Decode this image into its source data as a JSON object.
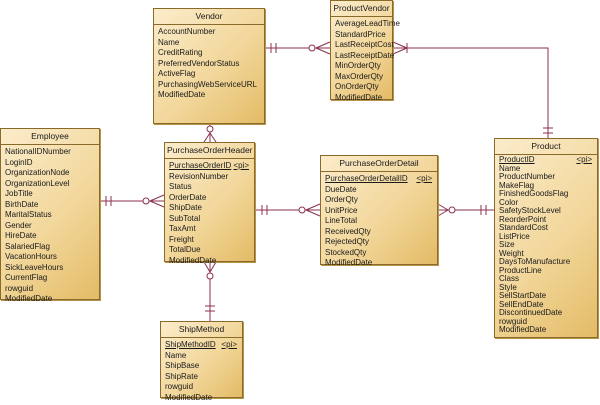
{
  "entities": [
    {
      "id": "vendor",
      "name": "Vendor",
      "fields": [
        {
          "name": "AccountNumber"
        },
        {
          "name": "Name"
        },
        {
          "name": "CreditRating"
        },
        {
          "name": "PreferredVendorStatus"
        },
        {
          "name": "ActiveFlag"
        },
        {
          "name": "PurchasingWebServiceURL"
        },
        {
          "name": "ModifiedDate"
        }
      ]
    },
    {
      "id": "productvendor",
      "name": "ProductVendor",
      "fields": [
        {
          "name": "AverageLeadTime"
        },
        {
          "name": "StandardPrice"
        },
        {
          "name": "LastReceiptCost"
        },
        {
          "name": "LastReceiptDate"
        },
        {
          "name": "MinOrderQty"
        },
        {
          "name": "MaxOrderQty"
        },
        {
          "name": "OnOrderQty"
        },
        {
          "name": "ModifiedDate"
        }
      ]
    },
    {
      "id": "employee",
      "name": "Employee",
      "fields": [
        {
          "name": "NationalIDNumber"
        },
        {
          "name": "LoginID"
        },
        {
          "name": "OrganizationNode"
        },
        {
          "name": "OrganizationLevel"
        },
        {
          "name": "JobTitle"
        },
        {
          "name": "BirthDate"
        },
        {
          "name": "MaritalStatus"
        },
        {
          "name": "Gender"
        },
        {
          "name": "HireDate"
        },
        {
          "name": "SalariedFlag"
        },
        {
          "name": "VacationHours"
        },
        {
          "name": "SickLeaveHours"
        },
        {
          "name": "CurrentFlag"
        },
        {
          "name": "rowguid"
        },
        {
          "name": "ModifiedDate"
        }
      ]
    },
    {
      "id": "poheader",
      "name": "PurchaseOrderHeader",
      "fields": [
        {
          "name": "PurchaseOrderID",
          "pk": true,
          "tag": "<pi>"
        },
        {
          "name": "RevisionNumber"
        },
        {
          "name": "Status"
        },
        {
          "name": "OrderDate"
        },
        {
          "name": "ShipDate"
        },
        {
          "name": "SubTotal"
        },
        {
          "name": "TaxAmt"
        },
        {
          "name": "Freight"
        },
        {
          "name": "TotalDue"
        },
        {
          "name": "ModifiedDate"
        }
      ]
    },
    {
      "id": "podetail",
      "name": "PurchaseOrderDetail",
      "fields": [
        {
          "name": "PurchaseOrderDetailID",
          "pk": true,
          "tag": "<pi>"
        },
        {
          "name": "DueDate"
        },
        {
          "name": "OrderQty"
        },
        {
          "name": "UnitPrice"
        },
        {
          "name": "LineTotal"
        },
        {
          "name": "ReceivedQty"
        },
        {
          "name": "RejectedQty"
        },
        {
          "name": "StockedQty"
        },
        {
          "name": "ModifiedDate"
        }
      ]
    },
    {
      "id": "product",
      "name": "Product",
      "fields": [
        {
          "name": "ProductID",
          "pk": true,
          "tag": "<pi>"
        },
        {
          "name": "Name"
        },
        {
          "name": "ProductNumber"
        },
        {
          "name": "MakeFlag"
        },
        {
          "name": "FinishedGoodsFlag"
        },
        {
          "name": "Color"
        },
        {
          "name": "SafetyStockLevel"
        },
        {
          "name": "ReorderPoint"
        },
        {
          "name": "StandardCost"
        },
        {
          "name": "ListPrice"
        },
        {
          "name": "Size"
        },
        {
          "name": "Weight"
        },
        {
          "name": "DaysToManufacture"
        },
        {
          "name": "ProductLine"
        },
        {
          "name": "Class"
        },
        {
          "name": "Style"
        },
        {
          "name": "SellStartDate"
        },
        {
          "name": "SellEndDate"
        },
        {
          "name": "DiscontinuedDate"
        },
        {
          "name": "rowguid"
        },
        {
          "name": "ModifiedDate"
        }
      ]
    },
    {
      "id": "shipmethod",
      "name": "ShipMethod",
      "fields": [
        {
          "name": "ShipMethodID",
          "pk": true,
          "tag": "<pi>"
        },
        {
          "name": "Name"
        },
        {
          "name": "ShipBase"
        },
        {
          "name": "ShipRate"
        },
        {
          "name": "rowguid"
        },
        {
          "name": "ModifiedDate"
        }
      ]
    }
  ],
  "relationships": [
    {
      "from": "vendor",
      "to": "productvendor"
    },
    {
      "from": "product",
      "to": "productvendor"
    },
    {
      "from": "vendor",
      "to": "poheader"
    },
    {
      "from": "employee",
      "to": "poheader"
    },
    {
      "from": "poheader",
      "to": "podetail"
    },
    {
      "from": "product",
      "to": "podetail"
    },
    {
      "from": "shipmethod",
      "to": "poheader"
    }
  ],
  "colors": {
    "line": "#8b2f4f",
    "border": "#8a6a2a",
    "fill_light": "#fbeccb",
    "fill_dark": "#e3bb66"
  }
}
